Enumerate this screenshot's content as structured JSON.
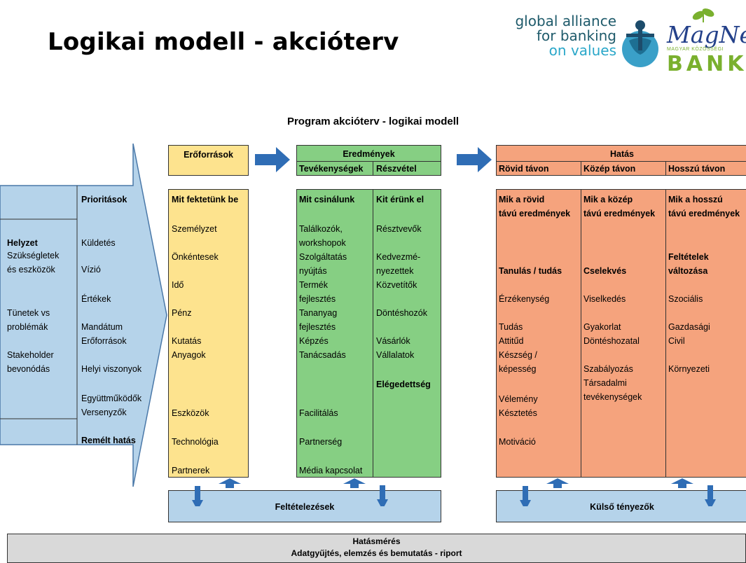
{
  "title": "Logikai modell - akcióterv",
  "logo": {
    "line1": "global alliance",
    "line2": "for banking",
    "line3": "on values",
    "magnet": "MagNet",
    "magnet_sub": "MAGYAR KÖZÖSSÉGI",
    "bank": "BANK"
  },
  "diagram_title": "Program akcióterv - logikai modell",
  "left_panel": {
    "helyzet": "Helyzet",
    "items_left": [
      "Szükségletek",
      "és eszközök",
      "Tünetek vs",
      "problémák",
      "Stakeholder",
      "bevonódás"
    ],
    "prioritasok": "Prioritások",
    "items_right": [
      "Küldetés",
      "Vízió",
      "Értékek",
      "Mandátum",
      "Erőforrások",
      "Helyi viszonyok",
      "Együttműködők",
      "Versenyzők"
    ],
    "remelt_hatas": "Remélt hatás"
  },
  "eroforrasok": {
    "header": "Erőforrások",
    "subheader": "Mit fektetünk be",
    "items": [
      "Személyzet",
      "Önkéntesek",
      "Idő",
      "Pénz",
      "Kutatás",
      "Anyagok",
      "Eszközök",
      "Technológia",
      "Partnerek"
    ]
  },
  "eredmenyek": {
    "header": "Eredmények",
    "col1_header": "Tevékenységek",
    "col2_header": "Részvétel",
    "col1_sub": "Mit csinálunk",
    "col2_sub": "Kit érünk el",
    "col1_items": [
      "Találkozók,",
      "workshopok",
      "Szolgáltatás",
      "nyújtás",
      "Termék",
      "fejlesztés",
      "Tananyag",
      "fejlesztés",
      "Képzés",
      "Tanácsadás",
      "Facilitálás",
      "Partnerség",
      "Média kapcsolat"
    ],
    "col2_items": [
      "Résztvevők",
      "Kedvezmé-",
      "nyezettek",
      "Közvetítők",
      "Döntéshozók",
      "Vásárlók",
      "Vállalatok",
      "Elégedettség"
    ]
  },
  "hatas": {
    "header": "Hatás",
    "col1_header": "Rövid távon",
    "col2_header": "Közép távon",
    "col3_header": "Hosszú távon",
    "col1_sub": [
      "Mik a rövid",
      "távú eredmények"
    ],
    "col2_sub": [
      "Mik a közép",
      "távú eredmények"
    ],
    "col3_sub": [
      "Mik a hosszú",
      "távú eredmények"
    ],
    "col1_bold": "Tanulás / tudás",
    "col2_bold": "Cselekvés",
    "col3_bold": [
      "Feltételek",
      "változása"
    ],
    "col1_items": [
      "Érzékenység",
      "Tudás",
      "Attitűd",
      "Készség /",
      "képesség",
      "Vélemény",
      "Késztetés",
      "Motiváció"
    ],
    "col2_items": [
      "Viselkedés",
      "Gyakorlat",
      "Döntéshozatal",
      "Szabályozás",
      "Társadalmi",
      "tevékenységek"
    ],
    "col3_items": [
      "Szociális",
      "Gazdasági",
      "Civil",
      "Környezeti"
    ]
  },
  "feltetelezesek": "Feltételezések",
  "kulso_tenyezok": "Külső tényezők",
  "hatasmeres": {
    "line1": "Hatásmérés",
    "line2": "Adatgyűjtés, elemzés és bemutatás - riport"
  },
  "colors": {
    "yellow": "#fde38e",
    "green": "#86cf83",
    "orange": "#f5a37d",
    "blue": "#b5d3ea",
    "arrow_blue": "#2f6db5"
  }
}
